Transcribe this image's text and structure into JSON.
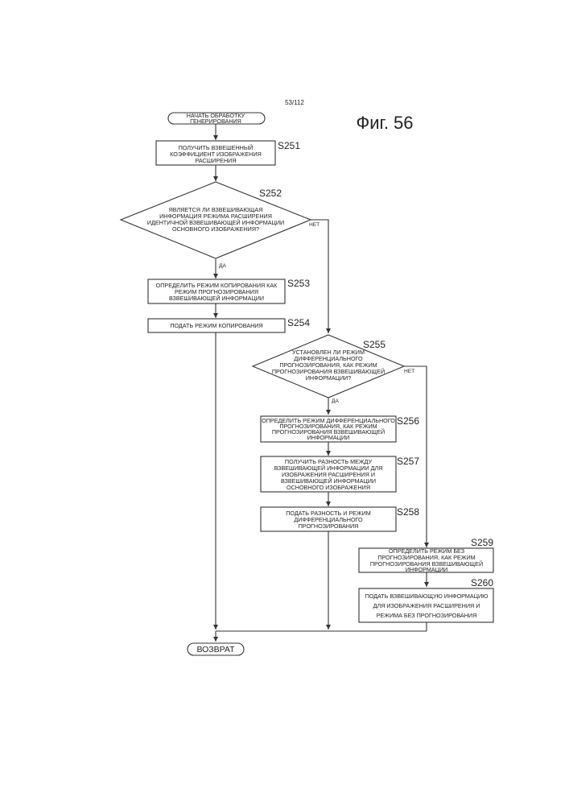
{
  "page_number": "53/112",
  "figure_label": "Фиг. 56",
  "start": [
    "НАЧАТЬ ОБРАБОТКУ",
    "ГЕНЕРИРОВАНИЯ"
  ],
  "steps": {
    "s251": {
      "label": "S251",
      "text": [
        "ПОЛУЧИТЬ ВЗВЕШЕННЫЙ",
        "КОЭФФИЦИЕНТ ИЗОБРАЖЕНИЯ",
        "РАСШИРЕНИЯ"
      ]
    },
    "s252": {
      "label": "S252",
      "text": [
        "ЯВЛЯЕТСЯ ЛИ ВЗВЕШИВАЮЩАЯ",
        "ИНФОРМАЦИЯ РЕЖИМА РАСШИРЕНИЯ",
        "ИДЕНТИЧНОЙ ВЗВЕШИВАЮЩЕЙ ИНФОРМАЦИИ",
        "ОСНОВНОГО ИЗОБРАЖЕНИЯ?"
      ],
      "yes": "ДА",
      "no": "НЕТ"
    },
    "s253": {
      "label": "S253",
      "text": [
        "ОПРЕДЕЛИТЬ РЕЖИМ КОПИРОВАНИЯ КАК",
        "РЕЖИМ ПРОГНОЗИРОВАНИЯ",
        "ВЗВЕШИВАЮЩЕЙ ИНФОРМАЦИИ"
      ]
    },
    "s254": {
      "label": "S254",
      "text": [
        "ПОДАТЬ РЕЖИМ КОПИРОВАНИЯ"
      ]
    },
    "s255": {
      "label": "S255",
      "text": [
        "УСТАНОВЛЕН ЛИ РЕЖИМ",
        "ДИФФЕРЕНЦИАЛЬНОГО",
        "ПРОГНОЗИРОВАНИЯ, КАК РЕЖИМ",
        "ПРОГНОЗИРОВАНИЯ ВЗВЕШИВАЮЩЕЙ",
        "ИНФОРМАЦИИ?"
      ],
      "yes": "ДА",
      "no": "НЕТ"
    },
    "s256": {
      "label": "S256",
      "text": [
        "ОПРЕДЕЛИТЬ РЕЖИМ ДИФФЕРЕНЦИАЛЬНОГО",
        "ПРОГНОЗИРОВАНИЯ, КАК РЕЖИМ",
        "ПРОГНОЗИРОВАНИЯ ВЗВЕШИВАЮЩЕЙ",
        "ИНФОРМАЦИИ"
      ]
    },
    "s257": {
      "label": "S257",
      "text": [
        "ПОЛУЧИТЬ РАЗНОСТЬ МЕЖДУ",
        "ВЗВЕШИВАЮЩЕЙ ИНФОРМАЦИИ ДЛЯ",
        "ИЗОБРАЖЕНИЯ РАСШИРЕНИЯ И",
        "ВЗВЕШИВАЮЩЕЙ ИНФОРМАЦИИ",
        "ОСНОВНОГО ИЗОБРАЖЕНИЯ"
      ]
    },
    "s258": {
      "label": "S258",
      "text": [
        "ПОДАТЬ РАЗНОСТЬ И РЕЖИМ",
        "ДИФФЕРЕНЦИАЛЬНОГО",
        "ПРОГНОЗИРОВАНИЯ"
      ]
    },
    "s259": {
      "label": "S259",
      "text": [
        "ОПРЕДЕЛИТЬ РЕЖИМ БЕЗ",
        "ПРОГНОЗИРОВАНИЯ, КАК РЕЖИМ",
        "ПРОГНОЗИРОВАНИЯ ВЗВЕШИВАЮЩЕЙ",
        "ИНФОРМАЦИИ"
      ]
    },
    "s260": {
      "label": "S260",
      "text": [
        "ПОДАТЬ ВЗВЕШИВАЮЩУЮ ИНФОРМАЦИЮ",
        "ДЛЯ ИЗОБРАЖЕНИЯ РАСШИРЕНИЯ И",
        "РЕЖИМА БЕЗ ПРОГНОЗИРОВАНИЯ"
      ]
    }
  },
  "end": "ВОЗВРАТ"
}
